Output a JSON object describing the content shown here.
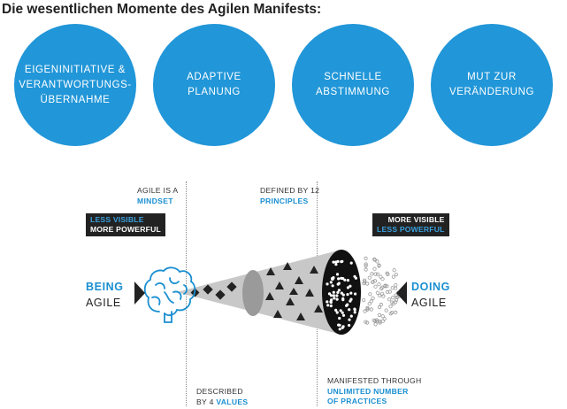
{
  "title": "Die wesentlichen Momente des Agilen Manifests:",
  "circles": [
    {
      "label": "EIGENINITIATIVE &\nVERANTWORTUNGS-\nÜBERNAHME"
    },
    {
      "label": "ADAPTIVE\nPLANUNG"
    },
    {
      "label": "SCHNELLE\nABSTIMMUNG"
    },
    {
      "label": "MUT ZUR\nVERÄNDERUNG"
    }
  ],
  "annotations": {
    "mindset": {
      "line1": "AGILE IS A",
      "line2": "MINDSET"
    },
    "principles": {
      "line1": "DEFINED BY 12",
      "line2": "PRINCIPLES"
    },
    "values": {
      "line1": "DESCRIBED",
      "line2_prefix": "BY 4 ",
      "line2_bold": "VALUES"
    },
    "practices": {
      "line1": "MANIFESTED THROUGH",
      "line2": "UNLIMITED NUMBER",
      "line3": "OF PRACTICES"
    }
  },
  "badges": {
    "left": {
      "line1": "LESS VISIBLE",
      "line2": "MORE POWERFUL"
    },
    "right": {
      "line1": "MORE VISIBLE",
      "line2": "LESS POWERFUL"
    }
  },
  "sides": {
    "left": {
      "bold": "BEING",
      "normal": "AGILE"
    },
    "right": {
      "bold": "DOING",
      "normal": "AGILE"
    }
  },
  "icons": [
    "brain-icon",
    "arrow-right-icon",
    "arrow-left-icon"
  ],
  "colors": {
    "circle_blue": "#2196d8",
    "text_blue": "#1a8fd1",
    "badge_dark": "#222222",
    "cone_gray": "#c8c8c8"
  }
}
